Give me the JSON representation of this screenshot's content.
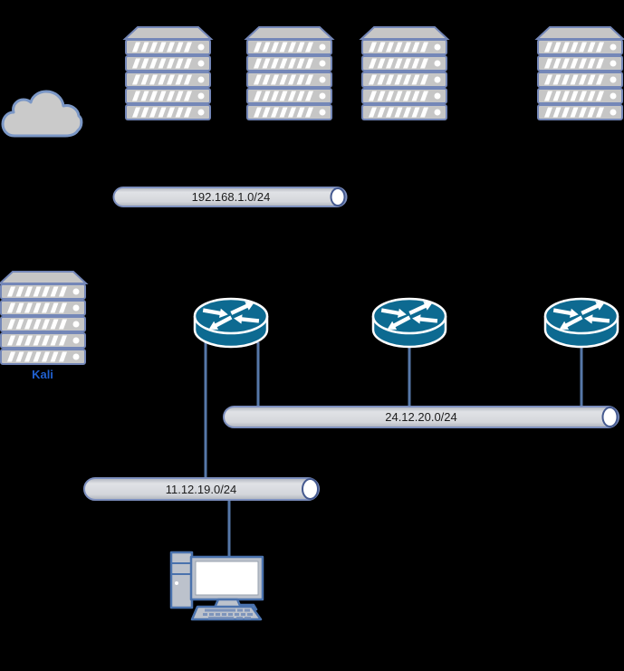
{
  "diagram": {
    "type": "network-topology",
    "background_color": "#000000",
    "nodes": {
      "cloud": {
        "icon": "cloud-icon"
      },
      "server_stacks": [
        {
          "icon": "server-stack-icon"
        },
        {
          "icon": "server-stack-icon"
        },
        {
          "icon": "server-stack-icon"
        },
        {
          "icon": "server-stack-icon"
        }
      ],
      "kali_server": {
        "icon": "server-stack-icon",
        "label": "Kali"
      },
      "routers": [
        {
          "icon": "router-icon"
        },
        {
          "icon": "router-icon"
        },
        {
          "icon": "router-icon"
        }
      ],
      "workstation": {
        "icon": "desktop-computer-icon"
      }
    },
    "network_segments": [
      {
        "label": "192.168.1.0/24"
      },
      {
        "label": "24.12.20.0/24"
      },
      {
        "label": "11.12.19.0/24"
      }
    ],
    "colors": {
      "background": "#000000",
      "node-fill": "#c6c6c6",
      "node-border": "#7487b8",
      "router-fill": "#0d6a91",
      "link": "#5677a8",
      "bus-border": "#7d8fbe",
      "bus-cap-border": "#44598f",
      "bus-label-text": "#1c1c1c",
      "kali-label-text": "#2060cf",
      "computer-accent": "#4a72ad",
      "computer-fill": "#bcc2cc"
    }
  }
}
